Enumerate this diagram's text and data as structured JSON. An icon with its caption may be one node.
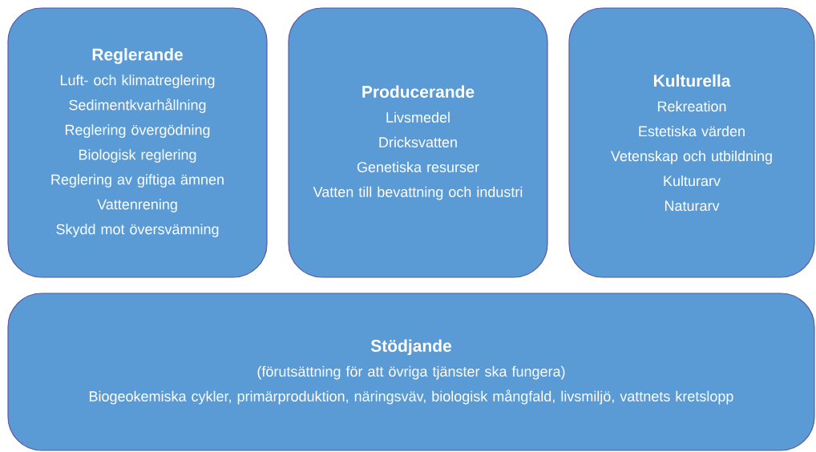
{
  "diagram": {
    "nodes": [
      {
        "text": [
          "Reglerande",
          "Luft- och klimatreglering",
          "Sedimentkvarhållning",
          "Reglering övergödning",
          "Biologisk reglering",
          "Reglering av giftiga ämnen",
          "Vattenrening",
          "Skydd mot översvämning"
        ]
      },
      {
        "text": [
          "Producerande",
          "Livsmedel",
          "Dricksvatten",
          "Genetiska resurser",
          "Vatten till bevattning och industri"
        ]
      },
      {
        "text": [
          "Kulturella",
          "Rekreation",
          "Estetiska värden",
          "Vetenskap och utbildning",
          "Kulturarv",
          "Naturarv"
        ]
      },
      {
        "text": [
          "Stödjande",
          "(förutsättning för att övriga tjänster ska fungera)",
          "Biogeokemiska cykler, primärproduktion, näringsväv, biologisk mångfald, livsmiljö, vattnets kretslopp"
        ]
      }
    ]
  }
}
